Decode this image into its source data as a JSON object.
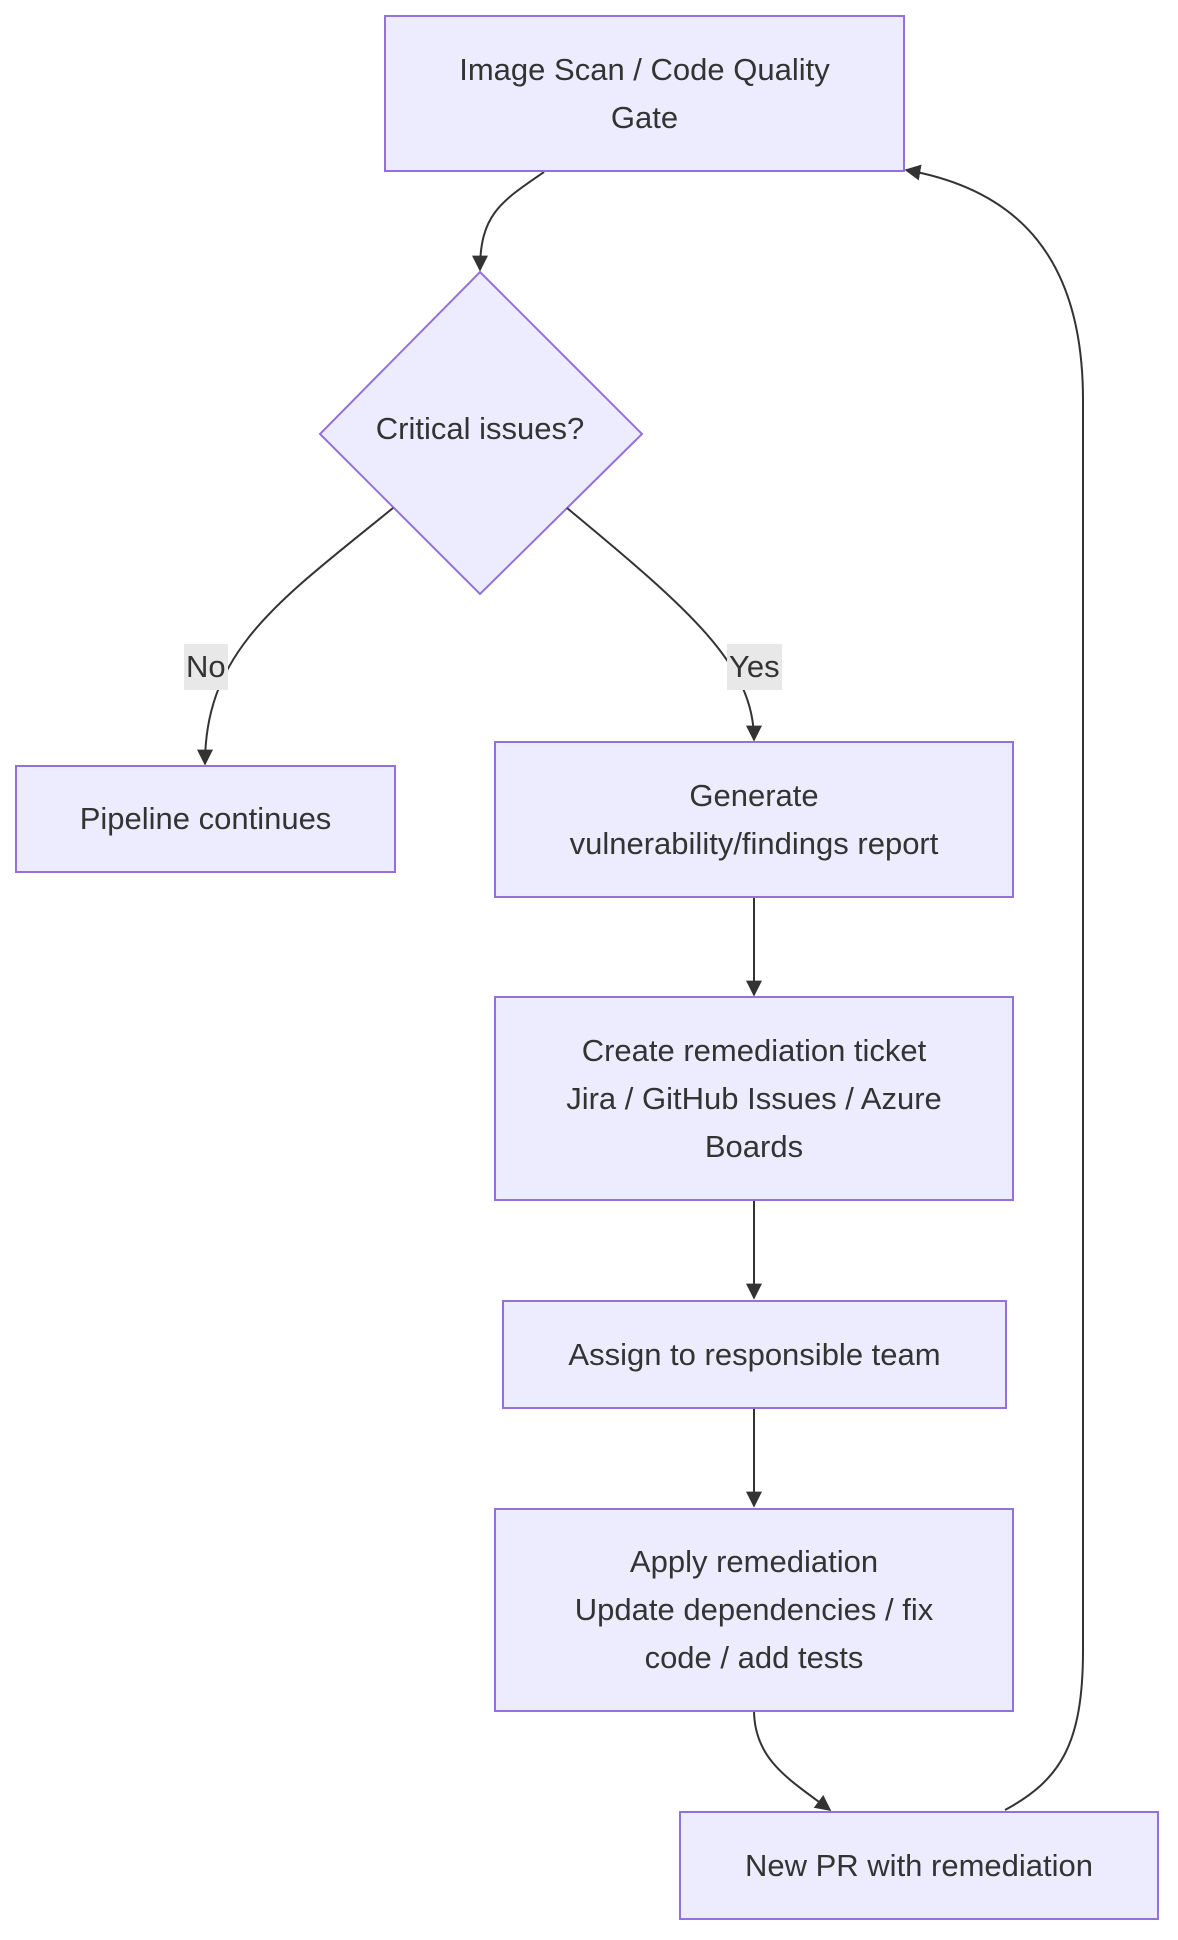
{
  "nodes": {
    "gate": {
      "lines": [
        "Image Scan / Code Quality",
        "Gate"
      ]
    },
    "decision": {
      "lines": [
        "Critical issues?"
      ]
    },
    "pipeline": {
      "lines": [
        "Pipeline continues"
      ]
    },
    "report": {
      "lines": [
        "Generate",
        "vulnerability/findings report"
      ]
    },
    "ticket": {
      "lines": [
        "Create remediation ticket",
        "Jira / GitHub Issues / Azure",
        "Boards"
      ]
    },
    "assign": {
      "lines": [
        "Assign to responsible team"
      ]
    },
    "apply": {
      "lines": [
        "Apply remediation",
        "Update dependencies / fix",
        "code / add tests"
      ]
    },
    "pr": {
      "lines": [
        "New PR with remediation"
      ]
    }
  },
  "edges": {
    "no_label": "No",
    "yes_label": "Yes"
  },
  "colors": {
    "node_fill": "#ececfe",
    "node_stroke": "#9370db",
    "edge": "#333333",
    "edge_label_bg": "#e8e8e8"
  }
}
